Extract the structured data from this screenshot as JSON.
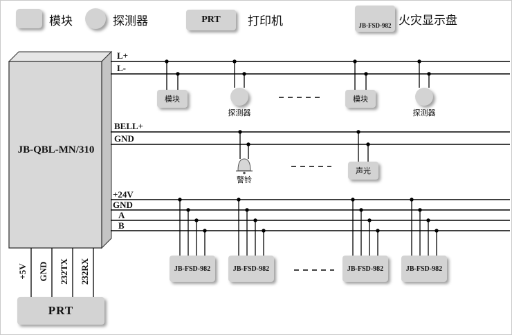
{
  "legend": {
    "items": [
      {
        "shape": "square",
        "label": "模块"
      },
      {
        "shape": "circle",
        "label": "探测器"
      },
      {
        "shape": "box",
        "box_text": "PRT",
        "label": "打印机"
      },
      {
        "shape": "box",
        "box_text": "JB-FSD-982",
        "label": "火灾显示盘"
      }
    ]
  },
  "panel": {
    "label": "JB-QBL-MN/310"
  },
  "bus_labels": {
    "loop_plus": "L+",
    "loop_minus": "L-",
    "bell_plus": "BELL+",
    "bell_gnd": "GND",
    "v24": "+24V",
    "gnd": "GND",
    "a": "A",
    "b": "B"
  },
  "loop_devices": {
    "module1": "模块",
    "detector1": "探测器",
    "module2": "模块",
    "detector2": "探测器"
  },
  "bell_devices": {
    "bell": "警铃",
    "strobe": "声光"
  },
  "fsd_units": [
    "JB-FSD-982",
    "JB-FSD-982",
    "JB-FSD-982",
    "JB-FSD-982"
  ],
  "printer": {
    "ports": [
      "+5V",
      "GND",
      "232TX",
      "232RX"
    ],
    "label": "PRT"
  },
  "colors": {
    "box_fill": "#d3d3d3",
    "line": "#000000",
    "background": "#ffffff"
  }
}
